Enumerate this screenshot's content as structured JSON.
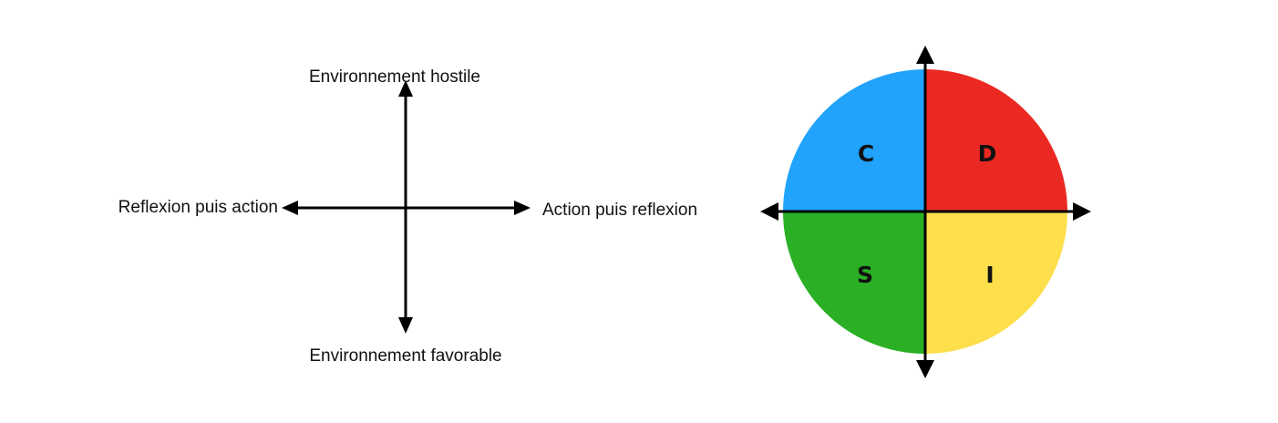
{
  "left_diagram": {
    "top_label": "Environnement hostile",
    "bottom_label": "Environnement favorable",
    "left_label": "Reflexion puis action",
    "right_label": "Action puis reflexion"
  },
  "right_diagram": {
    "quadrants": [
      {
        "letter": "C",
        "color": "#21a3fb"
      },
      {
        "letter": "D",
        "color": "#eb2922"
      },
      {
        "letter": "S",
        "color": "#2aaf25"
      },
      {
        "letter": "I",
        "color": "#fcdf4b"
      }
    ]
  }
}
